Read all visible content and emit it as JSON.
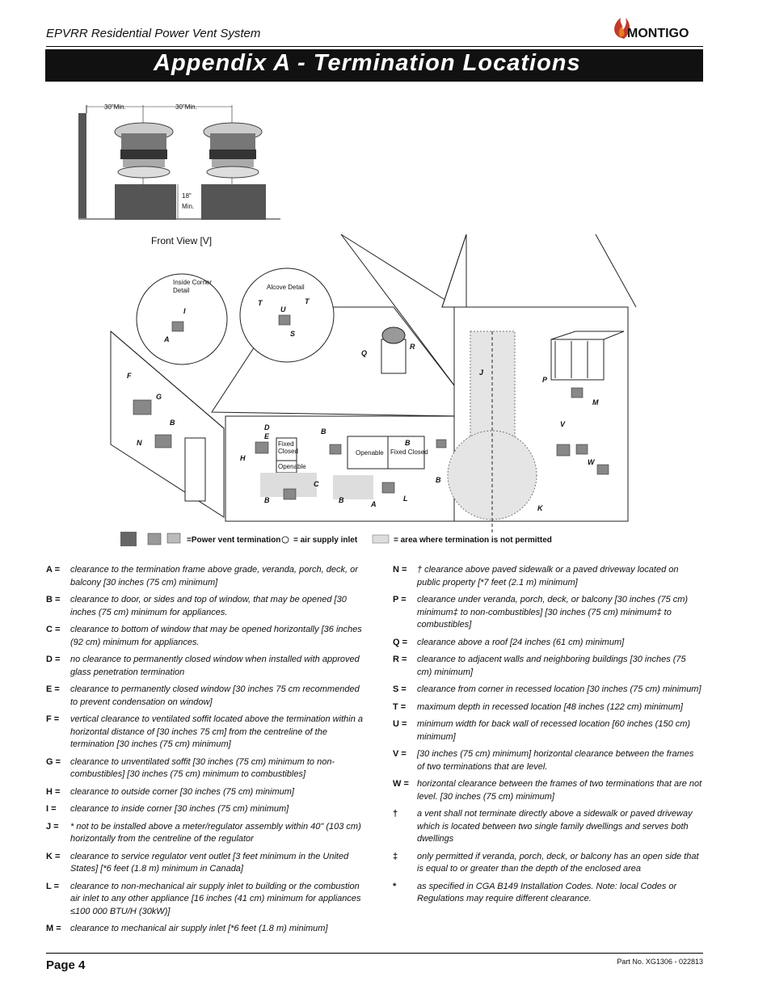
{
  "header": {
    "doc_title": "EPVRR Residential Power Vent System",
    "brand": "MONTIGO",
    "section_title": "Appendix A - Termination Locations"
  },
  "diagram": {
    "front_view_label": "Front View  [V]",
    "dim_30_a": "30\"Min.",
    "dim_30_b": "30\"Min.",
    "dim_18": "18\"",
    "dim_18_min": "Min.",
    "inside_corner": "Inside Corner",
    "detail": "Detail",
    "alcove_detail": "Alcove Detail",
    "fixed_closed": "Fixed Closed",
    "fixed": "Fixed",
    "closed": "Closed",
    "openable": "Openable",
    "legend_vent": "=Power vent termination",
    "legend_air": "= air supply inlet",
    "legend_hatch": "= area where termination is not permitted"
  },
  "clearances_left": [
    {
      "key": "A =",
      "text": "clearance to the termination frame above grade, veranda, porch, deck, or balcony [30 inches (75 cm) minimum]"
    },
    {
      "key": "B =",
      "text": "clearance to door, or sides and top of window, that may be opened [30 inches (75 cm) minimum for appliances."
    },
    {
      "key": "C =",
      "text": "clearance to bottom of  window that may be opened horizontally [36 inches (92 cm) minimum for appliances."
    },
    {
      "key": "D =",
      "text": "no clearance to permanently closed window when installed with approved glass penetration termination"
    },
    {
      "key": "E =",
      "text": "clearance to permanently closed  window [30 inches 75 cm recommended to prevent condensation on window]"
    },
    {
      "key": "F =",
      "text": "vertical clearance to ventilated soffit located above the termination within a horizontal distance of [30 inches 75 cm] from the centreline of the termination [30 inches (75 cm) minimum]"
    },
    {
      "key": "G =",
      "text": "clearance to unventilated soffit [30 inches (75 cm) minimum to non-combustibles] [30 inches (75 cm) minimum to combustibles]"
    },
    {
      "key": "H =",
      "text": "clearance to outside corner [30 inches (75 cm) minimum]"
    },
    {
      "key": "I =",
      "text": "clearance to inside corner [30 inches (75 cm) minimum]"
    },
    {
      "key": "J =",
      "text": "* not to be installed above a meter/regulator assembly within 40\" (103 cm) horizontally from the centreline of the regulator"
    },
    {
      "key": "K =",
      "text": "clearance to service regulator vent outlet [3 feet  minimum in the United States] [*6 feet  (1.8 m) minimum in Canada]"
    },
    {
      "key": "L =",
      "text": "clearance to non-mechanical air supply inlet to building or the combustion air inlet to any other appliance [16 inches (41 cm) minimum for appliances ≤100 000 BTU/H (30kW)]"
    },
    {
      "key": "M =",
      "text": "clearance to mechanical air supply inlet [*6 feet  (1.8 m) minimum]"
    }
  ],
  "clearances_right": [
    {
      "key": "N =",
      "text": "† clearance above paved sidewalk or a paved driveway located on public property [*7 feet (2.1 m) minimum]"
    },
    {
      "key": "P =",
      "text": "clearance under veranda, porch, deck, or balcony [30 inches (75 cm) minimum‡ to non-combustibles] [30 inches (75 cm) minimum‡ to combustibles]"
    },
    {
      "key": "Q =",
      "text": "clearance above a roof [24 inches (61 cm) minimum]"
    },
    {
      "key": "R =",
      "text": "clearance to adjacent walls and neighboring buildings [30 inches (75 cm) minimum]"
    },
    {
      "key": "S =",
      "text": "clearance from corner in recessed location [30 inches (75 cm) minimum]"
    },
    {
      "key": "T =",
      "text": "maximum depth in recessed location [48 inches (122 cm) minimum]"
    },
    {
      "key": "U =",
      "text": "minimum width for back wall of recessed location [60 inches (150 cm) minimum]"
    },
    {
      "key": "V =",
      "text": "[30 inches (75 cm) minimum] horizontal clearance between the frames of two terminations that are level."
    },
    {
      "key": "W =",
      "text": "horizontal clearance between the frames of two terminations that are not level. [30 inches (75 cm) minimum]"
    },
    {
      "key": "†",
      "text": "a vent shall not terminate directly above a sidewalk or paved driveway which is located between two single family dwellings and serves both dwellings"
    },
    {
      "key": "‡",
      "text": "only permitted if veranda, porch, deck, or balcony has an open side that is equal to or greater than the depth of the enclosed area"
    },
    {
      "key": "*",
      "text": "as specified in CGA B149 Installation Codes. Note: local Codes or Regulations may require different clearance."
    }
  ],
  "footer": {
    "page": "Page 4",
    "part_no": "Part No. XG1306 - 022813"
  }
}
